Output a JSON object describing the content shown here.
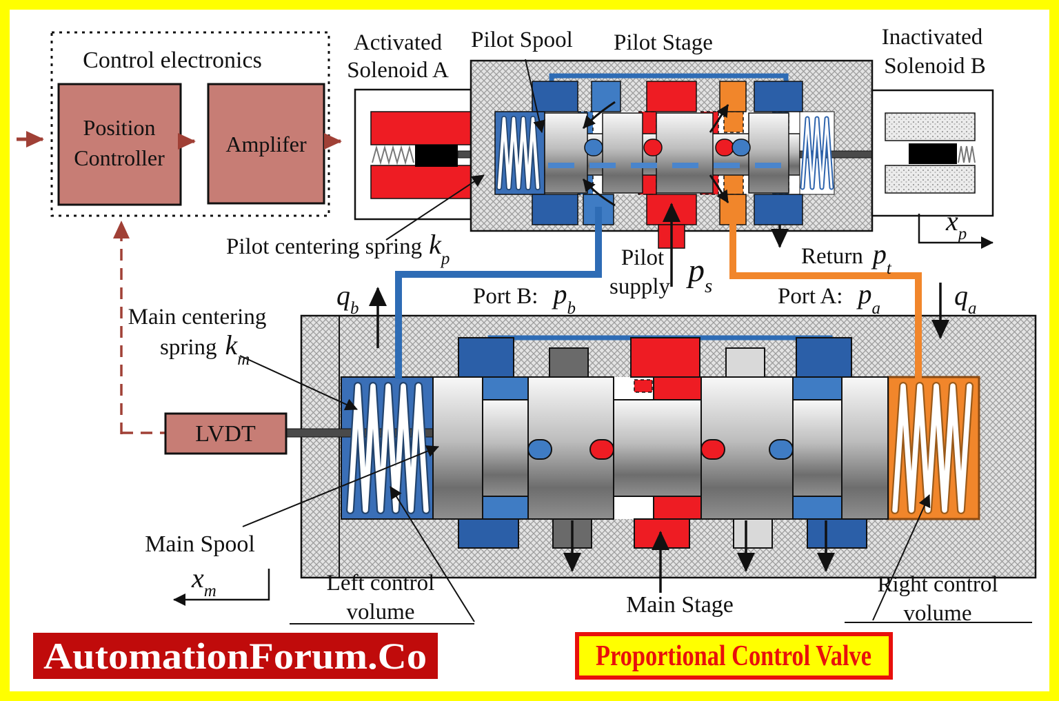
{
  "branding": {
    "site": "AutomationForum.Co",
    "caption": "Proportional Control Valve"
  },
  "control": {
    "title": "Control electronics",
    "controller_line1": "Position",
    "controller_line2": "Controller",
    "amplifier": "Amplifer",
    "sensor": "LVDT"
  },
  "pilot": {
    "activated_line1": "Activated",
    "activated_line2": "Solenoid A",
    "spool": "Pilot Spool",
    "stage": "Pilot Stage",
    "inactivated_line1": "Inactivated",
    "inactivated_line2": "Solenoid B",
    "centering_spring": "Pilot centering spring",
    "supply_line1": "Pilot",
    "supply_line2": "supply",
    "return_label": "Return",
    "port_b": "Port B:",
    "port_a": "Port A:"
  },
  "main": {
    "centering_line1": "Main centering",
    "centering_line2": "spring",
    "spool": "Main Spool",
    "stage": "Main Stage",
    "left_volume_line1": "Left control",
    "left_volume_line2": "volume",
    "right_volume_line1": "Right control",
    "right_volume_line2": "volume"
  },
  "symbols": {
    "kp": {
      "base": "k",
      "sub": "p"
    },
    "km": {
      "base": "k",
      "sub": "m"
    },
    "qb": {
      "base": "q",
      "sub": "b"
    },
    "qa": {
      "base": "q",
      "sub": "a"
    },
    "pb": {
      "base": "p",
      "sub": "b"
    },
    "pa": {
      "base": "p",
      "sub": "a"
    },
    "ps": {
      "base": "p",
      "sub": "s"
    },
    "pt": {
      "base": "p",
      "sub": "t"
    },
    "xp": {
      "base": "x",
      "sub": "p"
    },
    "xm": {
      "base": "x",
      "sub": "m"
    }
  },
  "colors": {
    "frame_yellow": "#ffff00",
    "supply_red": "#ee1c23",
    "port_dark_blue": "#2b5fa8",
    "port_mid_blue": "#3f7cc4",
    "pipe_blue": "#2e6cb5",
    "return_orange": "#f1862b",
    "electronics_salmon": "#c77d75",
    "signal_dark_red": "#a04036",
    "banner_red": "#c00b0b",
    "caption_red": "#e8100c"
  }
}
